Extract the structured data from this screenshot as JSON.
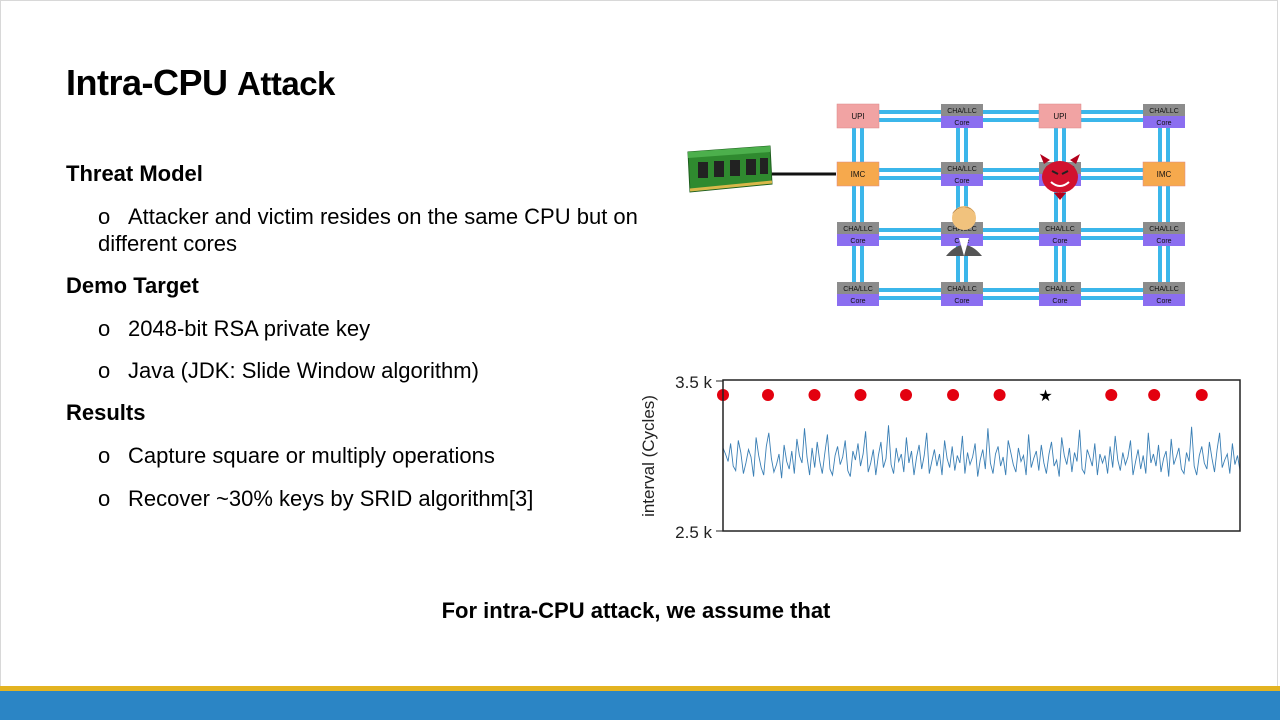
{
  "slide": {
    "title_main": "Intra-CPU",
    "title_rest": "Attack",
    "sections": [
      {
        "heading": "Threat Model",
        "bullets": [
          "Attacker and victim resides on the same CPU but on different cores"
        ]
      },
      {
        "heading": "Demo Target",
        "bullets": [
          "2048-bit RSA private key",
          "Java (JDK: Slide Window algorithm)"
        ]
      },
      {
        "heading": "Results",
        "bullets": [
          "Capture square or multiply operations",
          "Recover ~30% keys  by SRID algorithm[3]"
        ]
      }
    ],
    "bullet_glyph": "o",
    "caption": "For intra-CPU attack, we assume that"
  },
  "diagram": {
    "rows": [
      [
        "UPI",
        "CHA/LLC|Core",
        "UPI",
        "CHA/LLC|Core"
      ],
      [
        "IMC",
        "CHA/LLC|Core",
        "CHA/LLC|Core",
        "IMC"
      ],
      [
        "CHA/LLC|Core",
        "CHA/LLC|Core",
        "CHA/LLC|Core",
        "CHA/LLC|Core"
      ],
      [
        "CHA/LLC|Core",
        "CHA/LLC|Core",
        "CHA/LLC|Core",
        "CHA/LLC|Core"
      ]
    ],
    "colors": {
      "upi": "#f1a3a3",
      "imc": "#f6a94d",
      "cha": "#8c8c8c",
      "core": "#8b6ef0",
      "link": "#3bb6ea"
    },
    "icons": [
      "memory-module-icon",
      "attacker-devil-icon",
      "victim-person-icon"
    ]
  },
  "chart_data": {
    "type": "line",
    "ylabel": "interval (Cycles)",
    "yticks": [
      "3.5 k",
      "2.5 k"
    ],
    "ylim": [
      2500,
      3500
    ],
    "series": [
      {
        "values": [
          3050,
          3010,
          2960,
          3080,
          2930,
          2900,
          3100,
          3020,
          2880,
          2950,
          3040,
          2990,
          2860,
          3120,
          3000,
          2920,
          2870,
          3060,
          3150,
          2980,
          2890,
          2940,
          3010,
          2850,
          3070,
          2960,
          2910,
          3030,
          2880,
          3110,
          3000,
          2950,
          3180,
          2990,
          2870,
          3050,
          2920,
          3090,
          2960,
          2880,
          3020,
          3140,
          2910,
          2870,
          3000,
          3060,
          2940,
          2990,
          3100,
          2900,
          2860,
          3030,
          2970,
          3080,
          2930,
          3010,
          3160,
          2890,
          2950,
          3040,
          2870,
          3000,
          3090,
          2920,
          2980,
          3200,
          2940,
          2880,
          3050,
          2960,
          3010,
          2890,
          3120,
          2950,
          3030,
          2870,
          2990,
          3070,
          2910,
          3000,
          3150,
          2880,
          2960,
          3040,
          2930,
          3010,
          2870,
          3100,
          2980,
          2920,
          3060,
          2900,
          3000,
          2950,
          3130,
          2880,
          3020,
          2940,
          2990,
          3080,
          2860,
          2970,
          3040,
          2910,
          3180,
          2950,
          2880,
          3010,
          3060,
          2930,
          2990,
          2870,
          3100,
          3020,
          2940,
          2890,
          3050,
          2960,
          3000,
          2870,
          3140,
          2920,
          2980,
          3030,
          2900,
          3070,
          2950,
          2880,
          3010,
          3090,
          2930,
          2970,
          2860,
          3120,
          3000,
          2940,
          3050,
          2890,
          3020,
          2960,
          3170,
          2910,
          2880,
          3040,
          2990,
          2930,
          3080,
          2870,
          3010,
          2950,
          3000,
          2880,
          3060,
          2920,
          3130,
          2970,
          2900,
          3020,
          2940,
          2990,
          3100,
          2870,
          2960,
          3040,
          2910,
          3000,
          2880,
          3150,
          2950,
          3010,
          2930,
          3070,
          2890,
          2980,
          3030,
          2860,
          3110,
          2940,
          2990,
          3050,
          2910,
          2880,
          3020,
          2960,
          3190,
          2930,
          2870,
          3000,
          3060,
          2950,
          2910,
          3090,
          2980,
          2890,
          3040,
          3150,
          2920,
          2970,
          3010,
          2880,
          3080,
          2940,
          3000,
          2900
        ]
      }
    ],
    "markers": [
      {
        "kind": "red-dot",
        "x": 0.0
      },
      {
        "kind": "red-dot",
        "x": 0.087
      },
      {
        "kind": "red-dot",
        "x": 0.177
      },
      {
        "kind": "red-dot",
        "x": 0.266
      },
      {
        "kind": "red-dot",
        "x": 0.354
      },
      {
        "kind": "red-dot",
        "x": 0.445
      },
      {
        "kind": "red-dot",
        "x": 0.535
      },
      {
        "kind": "star",
        "x": 0.624
      },
      {
        "kind": "red-dot",
        "x": 0.751
      },
      {
        "kind": "red-dot",
        "x": 0.834
      },
      {
        "kind": "red-dot",
        "x": 0.926
      }
    ],
    "colors": {
      "line": "#3a7fb5",
      "dot": "#e3000f",
      "star": "#000000"
    }
  }
}
